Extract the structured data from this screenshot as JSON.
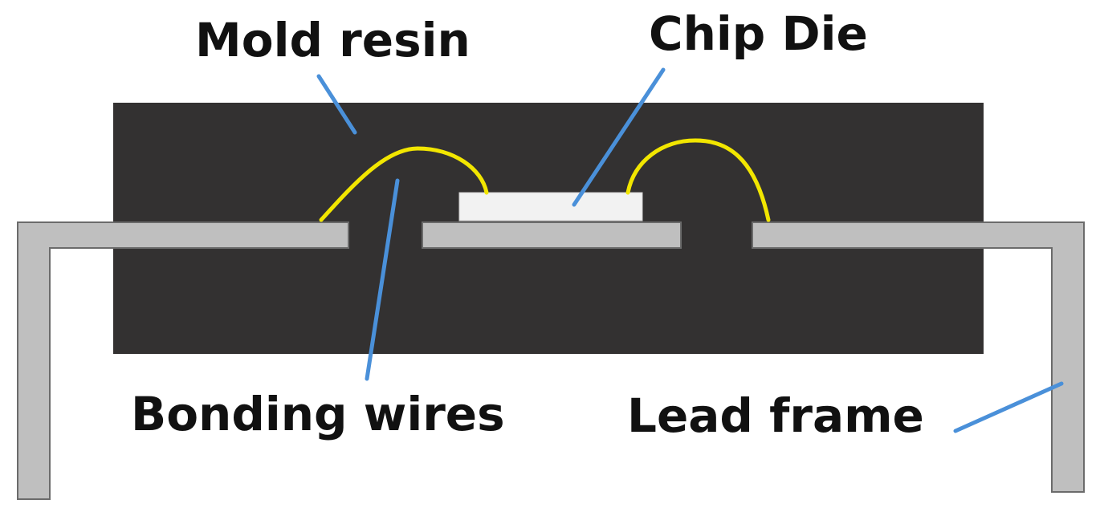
{
  "labels": {
    "mold_resin": "Mold resin",
    "chip_die": "Chip Die",
    "bonding_wires": "Bonding wires",
    "lead_frame": "Lead frame"
  },
  "colors": {
    "mold": "#333131",
    "lead_frame_fill": "#bfbfbf",
    "lead_frame_stroke": "#6b6b6b",
    "chip_die": "#f2f2f2",
    "bonding_wire": "#f2e600",
    "leader_line": "#4a90d9",
    "text": "#111111",
    "background": "#ffffff"
  }
}
